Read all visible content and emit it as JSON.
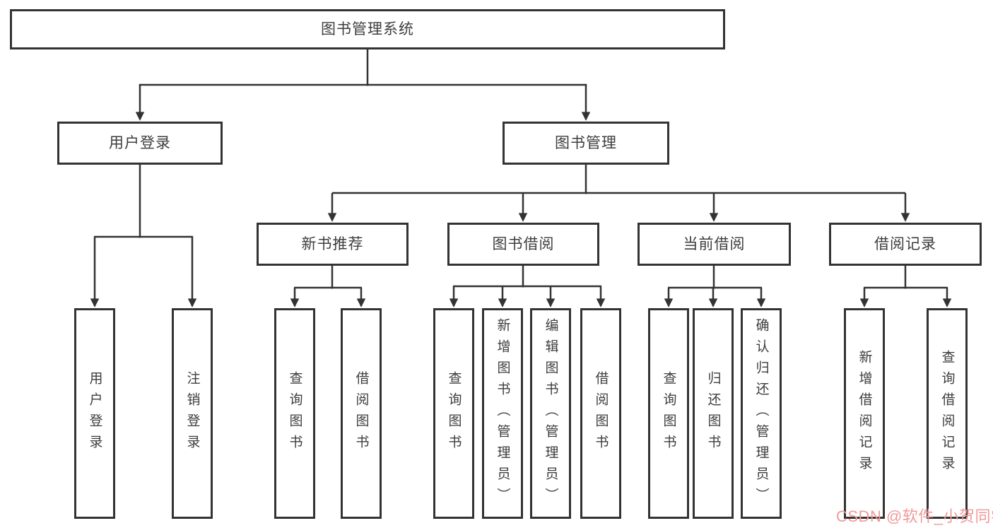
{
  "diagram": {
    "type": "tree-structure-chart",
    "root": {
      "label": "图书管理系统"
    },
    "branches": [
      {
        "label": "用户登录",
        "children": [
          {
            "label": "用户登录"
          },
          {
            "label": "注销登录"
          }
        ]
      },
      {
        "label": "图书管理",
        "children": [
          {
            "label": "新书推荐",
            "children": [
              {
                "label": "查询图书"
              },
              {
                "label": "借阅图书"
              }
            ]
          },
          {
            "label": "图书借阅",
            "children": [
              {
                "label": "查询图书"
              },
              {
                "label": "新增图书（管理员）"
              },
              {
                "label": "编辑图书（管理员）"
              },
              {
                "label": "借阅图书"
              }
            ]
          },
          {
            "label": "当前借阅",
            "children": [
              {
                "label": "查询图书"
              },
              {
                "label": "归还图书"
              },
              {
                "label": "确认归还（管理员）"
              }
            ]
          },
          {
            "label": "借阅记录",
            "children": [
              {
                "label": "新增借阅记录"
              },
              {
                "label": "查询借阅记录"
              }
            ]
          }
        ]
      }
    ]
  },
  "watermark": {
    "text": "CSDN @软件_小贺同学",
    "color": "#f19999"
  },
  "colors": {
    "line": "#333333",
    "box_border": "#333333",
    "text": "#3d3d3d",
    "background": "#ffffff"
  }
}
